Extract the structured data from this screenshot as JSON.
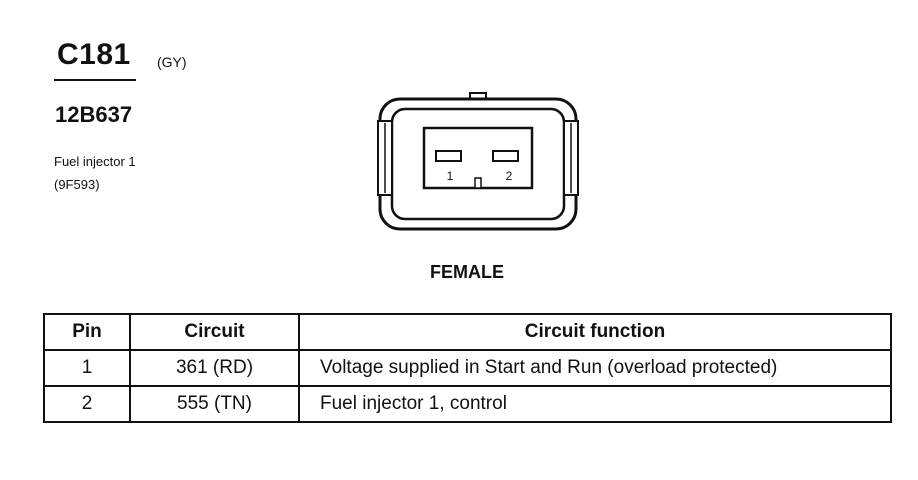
{
  "connector": {
    "id": "C181",
    "color": "(GY)",
    "part_number": "12B637",
    "component": "Fuel injector 1",
    "component_code": "(9F593)",
    "gender": "FEMALE",
    "pin_labels": [
      "1",
      "2"
    ]
  },
  "table": {
    "headers": {
      "pin": "Pin",
      "circuit": "Circuit",
      "function": "Circuit function"
    },
    "rows": [
      {
        "pin": "1",
        "circuit": "361 (RD)",
        "function": "Voltage supplied in Start and Run (overload protected)"
      },
      {
        "pin": "2",
        "circuit": "555 (TN)",
        "function": "Fuel injector 1, control"
      }
    ]
  }
}
